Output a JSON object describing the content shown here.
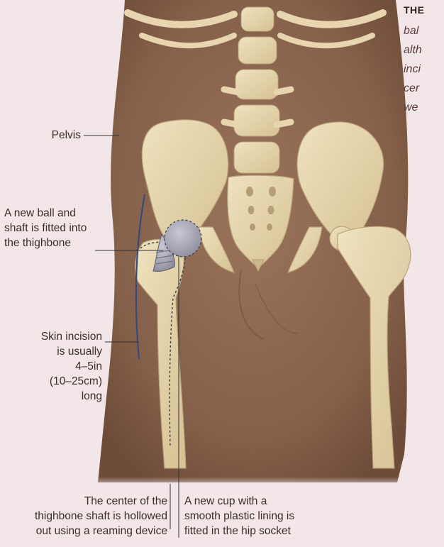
{
  "labels": {
    "pelvis": "Pelvis",
    "ball": [
      "A new ball and",
      "shaft is fitted into",
      "the thighbone"
    ],
    "incision": [
      "Skin incision",
      "is usually",
      "4–5in",
      "(10–25cm)",
      "long"
    ],
    "center": [
      "The center of the",
      "thighbone shaft is hollowed",
      "out using a reaming device"
    ],
    "cup": [
      "A new cup with a",
      "smooth plastic lining is",
      "fitted in the hip socket"
    ]
  },
  "side_text": {
    "heading": "THE",
    "lines": [
      "bal",
      "alth",
      "inci",
      "cer",
      "we"
    ]
  },
  "colors": {
    "background": "#f3e6e8",
    "skin": "#8a634c",
    "bone": "#e6d5ae",
    "implant": "#a7a7b4",
    "incision": "#3b4a7a",
    "leader": "#333333"
  }
}
